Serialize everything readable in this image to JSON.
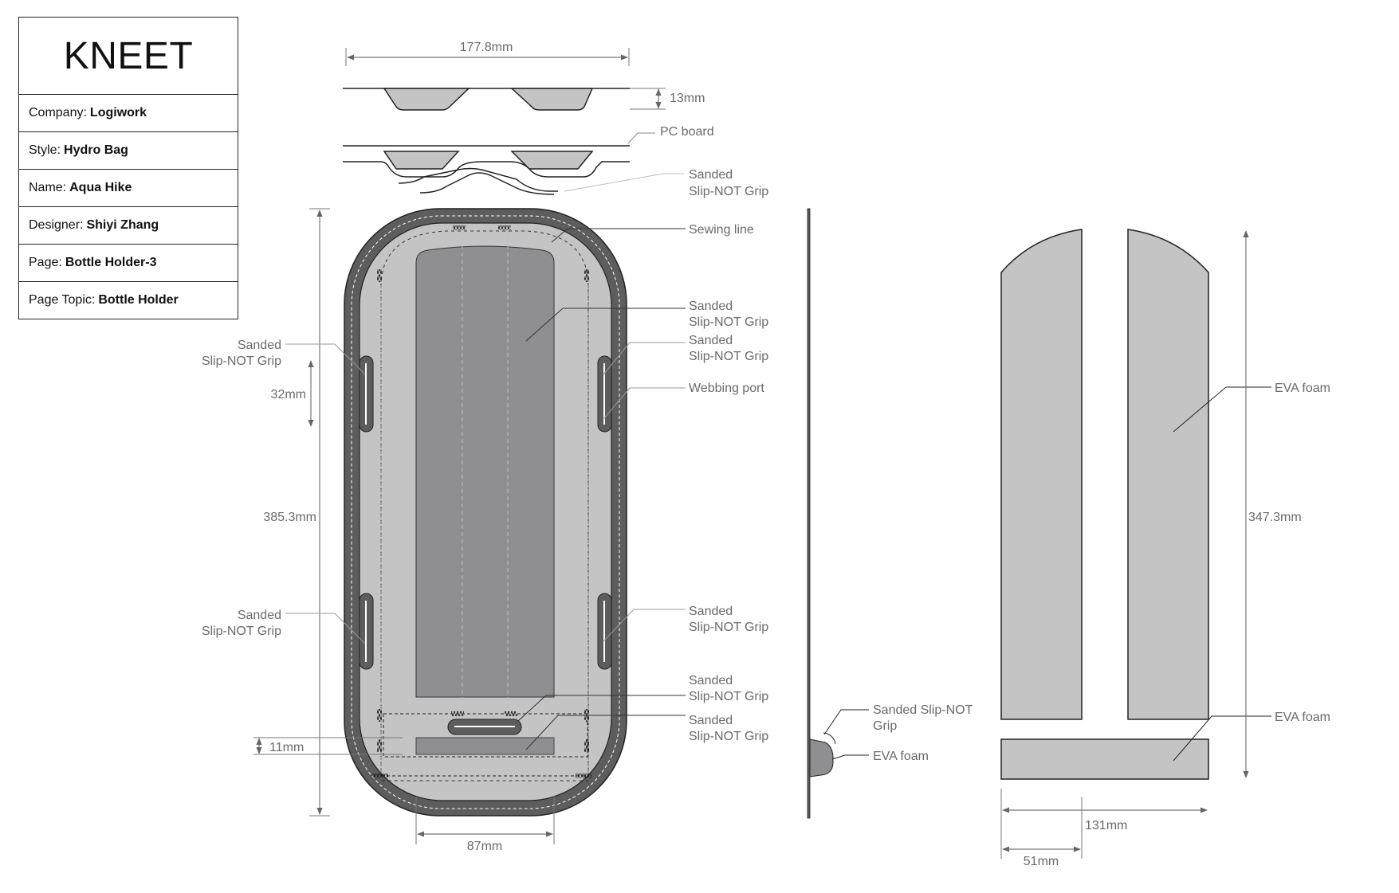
{
  "title_block": {
    "title": "KNEET",
    "rows": [
      {
        "label": "Company:",
        "value": "Logiwork"
      },
      {
        "label": "Style:",
        "value": "Hydro Bag"
      },
      {
        "label": "Name:",
        "value": "Aqua Hike"
      },
      {
        "label": "Designer:",
        "value": "Shiyi Zhang"
      },
      {
        "label": "Page:",
        "value": "Bottle Holder-3"
      },
      {
        "label": "Page Topic:",
        "value": "Bottle Holder"
      }
    ]
  },
  "dimensions": {
    "top_width": "177.8mm",
    "height_13": "13mm",
    "height_total": "385.3mm",
    "port_32": "32mm",
    "bottom_11": "11mm",
    "width_87": "87mm",
    "foam_height": "347.3mm",
    "foam_width": "131mm",
    "foam_51": "51mm"
  },
  "callouts": {
    "pc_board": "PC board",
    "sanded_line1": "Sanded",
    "sanded_line2": "Slip-NOT Grip",
    "sewing_line": "Sewing line",
    "webbing_port": "Webbing port",
    "side_sanded_line1": "Sanded Slip-NOT",
    "side_sanded_line2": "Grip",
    "eva_foam": "EVA foam"
  },
  "colors": {
    "outline": "#222222",
    "dark_border": "#5d5d5d",
    "light_gray": "#c4c4c5",
    "mid_gray": "#8f8f91",
    "dim_line": "#6f6f6f"
  }
}
